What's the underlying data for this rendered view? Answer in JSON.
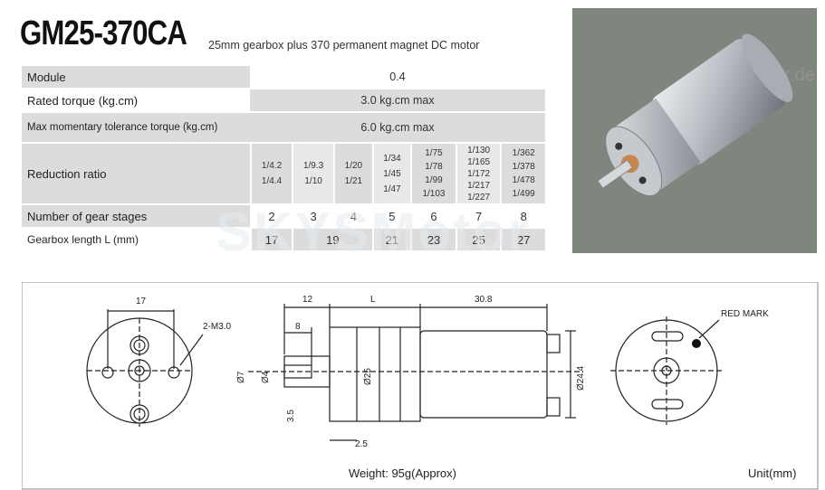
{
  "header": {
    "model": "GM25-370CA",
    "description": "25mm gearbox plus 370 permanent magnet DC  motor"
  },
  "specs": {
    "module_label": "Module",
    "module_value": "0.4",
    "rated_torque_label": "Rated torque (kg.cm)",
    "rated_torque_value": "3.0 kg.cm max",
    "max_torque_label": "Max momentary tolerance torque (kg.cm)",
    "max_torque_value": "6.0 kg.cm max",
    "reduction_label": "Reduction ratio",
    "reduction_ratios": [
      [
        "1/4.2",
        "1/4.4"
      ],
      [
        "1/9.3",
        "1/10"
      ],
      [
        "1/20",
        "1/21"
      ],
      [
        "1/34",
        "1/45",
        "1/47"
      ],
      [
        "1/75",
        "1/78",
        "1/99",
        "1/103"
      ],
      [
        "1/130",
        "1/165",
        "1/172",
        "1/217",
        "1/227"
      ],
      [
        "1/362",
        "1/378",
        "1/478",
        "1/499"
      ]
    ],
    "stages_label": "Number of gear stages",
    "stages": [
      "2",
      "3",
      "4",
      "5",
      "6",
      "7",
      "8"
    ],
    "length_label": "Gearbox length  L (mm)",
    "lengths": [
      "17",
      "19",
      "21",
      "23",
      "25",
      "27"
    ]
  },
  "watermark": "SKYSMotor",
  "photo_watermark": "skysmotor.de",
  "drawing": {
    "dim_17": "17",
    "hole_label": "2-M3.0",
    "dim_12": "12",
    "dim_L": "L",
    "dim_30_8": "30.8",
    "dim_8": "8",
    "dim_phi7": "Ø7",
    "dim_phi4": "Ø4",
    "dim_phi25": "Ø25",
    "dim_phi24_4": "Ø24.4",
    "dim_3_5": "3.5",
    "dim_2_5": "2.5",
    "red_mark": "RED MARK"
  },
  "footer": {
    "weight": "Weight: 95g(Approx)",
    "unit": "Unit(mm)"
  }
}
